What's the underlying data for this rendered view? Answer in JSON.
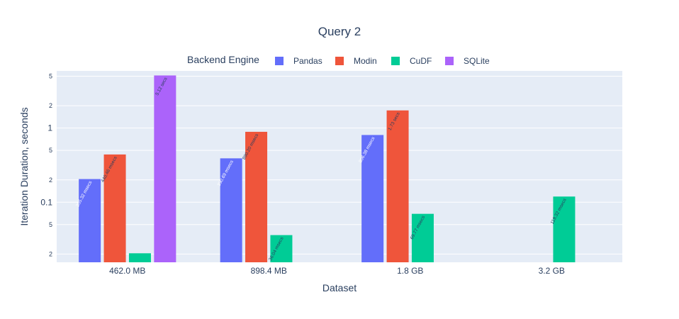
{
  "chart_data": {
    "type": "bar",
    "title": "Query 2",
    "xlabel": "Dataset",
    "ylabel": "Iteration Duration, seconds",
    "yscale": "log",
    "ylim": [
      0.0155,
      5.9
    ],
    "legend_title": "Backend Engine",
    "legend_position": "top",
    "grid": true,
    "categories": [
      "462.0 MB",
      "898.4 MB",
      "1.8 GB",
      "3.2 GB"
    ],
    "series": [
      {
        "name": "Pandas",
        "color": "#636efa",
        "label_color": "#ffffff",
        "values": [
          0.20532,
          0.39069,
          0.80638,
          null
        ],
        "labels": [
          "205.32 msecs",
          "390.69 msecs",
          "806.38 msecs",
          null
        ]
      },
      {
        "name": "Modin",
        "color": "#ef553b",
        "label_color": "#2a3f5f",
        "values": [
          0.44046,
          0.8902,
          1.73,
          null
        ],
        "labels": [
          "440.46 msecs",
          "890.20 msecs",
          "1.73 secs",
          null
        ]
      },
      {
        "name": "CuDF",
        "color": "#00cc96",
        "label_color": "#2a3f5f",
        "values": [
          0.0205,
          0.03604,
          0.06977,
          0.11932
        ],
        "labels": [
          null,
          "36.04 msecs",
          "69.77 msecs",
          "119.32 msecs"
        ]
      },
      {
        "name": "SQLite",
        "color": "#ab63fa",
        "label_color": "#2a3f5f",
        "values": [
          5.12,
          null,
          null,
          null
        ],
        "labels": [
          "5.12 secs",
          null,
          null,
          null
        ]
      }
    ],
    "y_ticks": [
      {
        "value": 0.02,
        "label": "2",
        "major": false
      },
      {
        "value": 0.05,
        "label": "5",
        "major": false
      },
      {
        "value": 0.1,
        "label": "0.1",
        "major": true
      },
      {
        "value": 0.2,
        "label": "2",
        "major": false
      },
      {
        "value": 0.5,
        "label": "5",
        "major": false
      },
      {
        "value": 1,
        "label": "1",
        "major": true
      },
      {
        "value": 2,
        "label": "2",
        "major": false
      },
      {
        "value": 5,
        "label": "5",
        "major": false
      }
    ]
  },
  "colors": {
    "plot_bg": "#e5ecf6",
    "grid": "#ffffff",
    "text": "#2a3f5f"
  }
}
